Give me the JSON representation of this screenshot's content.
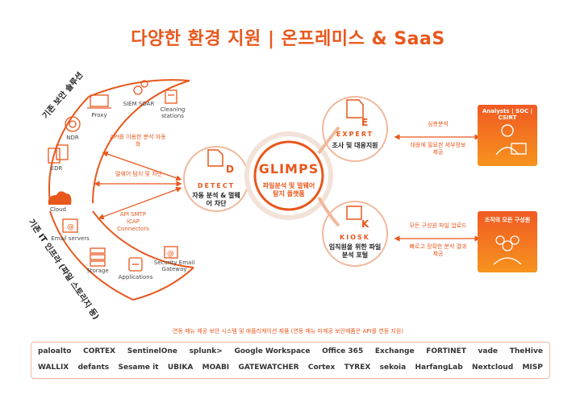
{
  "title": "다양한 환경 지원 | 온프레미스 & SaaS",
  "arc_labels": {
    "top": "기존 보안 솔루션",
    "bottom": "기존 IT 인프라 (파일 스토리지 등)"
  },
  "left_items": {
    "proxy": "Proxy",
    "siem": "SIEM SOAR",
    "cleaning": "Cleaning stations",
    "ndr": "NDR",
    "edr": "EDR",
    "cloud": "Cloud",
    "email_servers": "Email servers",
    "storage": "Storage",
    "applications": "Applications",
    "security_email": "Security Email Gateway"
  },
  "left_arrows": {
    "a1": "API를 이용한 분석 자동화",
    "a2": "멀웨어 탐지 및 차단",
    "a3": "API SMTP ICAP Connectors"
  },
  "center": {
    "detect_t": "DETECT",
    "detect_d": "자동 분석 & 멀웨어 차단",
    "glimps": "GLIMPS",
    "glimps_d": "파일분석 및 멀웨어 탐지 플랫폼",
    "expert_t": "EXPERT",
    "expert_d": "조사 및 대응지원",
    "kiosk_t": "KIOSK",
    "kiosk_d": "임직원을 위한 파일 분석 포털"
  },
  "right_arrows": {
    "r1": "심층분석",
    "r1b": "대응에 필요한 세부정보 제공",
    "r2": "모든 구성원 파일 업로드",
    "r2b": "빠르고 정확한 분석 결과 제공"
  },
  "right_boxes": {
    "analysts": "Analysts | SOC | CSIRT",
    "members": "조직의 모든 구성원"
  },
  "caption": "연동 메뉴 제공 보안 시스템 및 애플리케이션 제품 (연동 메뉴 미제공 보안제품은 API를 연동 지원)",
  "logos_row1": [
    "paloalto",
    "CORTEX",
    "SentinelOne",
    "splunk>",
    "Google Workspace",
    "Office 365",
    "Exchange",
    "FORTINET",
    "vade",
    "TheHive"
  ],
  "logos_row2": [
    "WALLIX",
    "defants",
    "Sesame it",
    "UBIKA",
    "MOABI",
    "GATEWATCHER",
    "Cortex",
    "TYREX",
    "sekoia",
    "HarfangLab",
    "Nextcloud",
    "MISP"
  ],
  "colors": {
    "accent": "#e8571c",
    "accent2": "#f7931e"
  }
}
